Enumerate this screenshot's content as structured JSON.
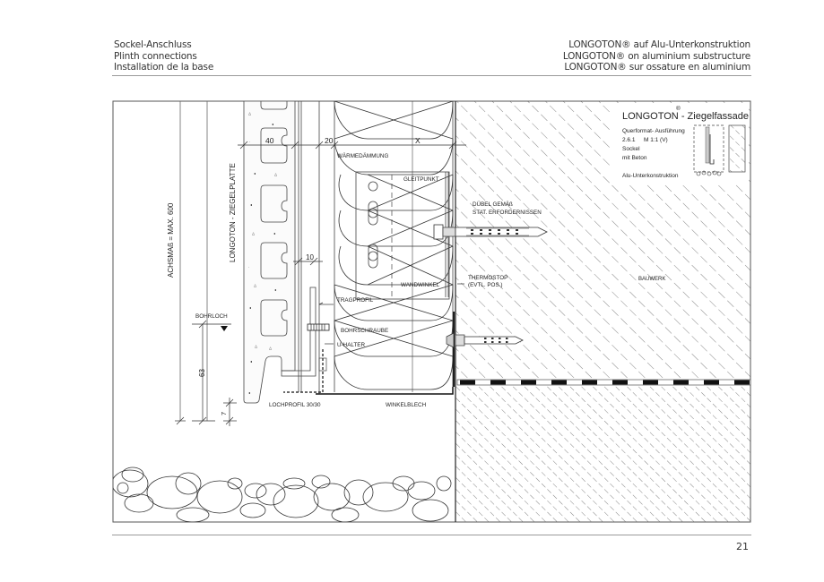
{
  "header": {
    "left": [
      "Sockel-Anschluss",
      "Plinth connections",
      "Installation de la base"
    ],
    "right": [
      "LONGOTON® auf Alu-Unterkonstruktion",
      "LONGOTON® on aluminium substructure",
      "LONGOTON® sur ossature en aluminium"
    ]
  },
  "title_block": {
    "brand": "LONGOTON",
    "registered": "®",
    "title_suffix": " - Ziegelfassade",
    "line1": "Querformat- Ausführung",
    "line2_code": "2.6.1",
    "line2_scale": "M 1:1 (V)",
    "line3": "Sockel",
    "line4": "mit Beton",
    "line5": "Alu-Unterkonstruktion"
  },
  "labels": {
    "achsmass": "ACHSMAß = MAX. 600",
    "ziegelplatte": "LONGOTON - ZIEGELPLATTE",
    "dim_40": "40",
    "dim_20": "20",
    "dim_x": "X",
    "dim_10": "10",
    "dim_63": "63",
    "dim_7": "7",
    "waermedaemmung": "WÄRMEDÄMMUNG",
    "gleitpunkt": "GLEITPUNKT",
    "duebel_1": "DÜBEL GEMÄß",
    "duebel_2": "STAT. ERFORDERNISSEN",
    "thermostop_1": "THERMOSTOP",
    "thermostop_2": "(EVTL. POS.)",
    "wandwinkel": "WANDWINKEL",
    "tragprofil": "TRAGPROFIL",
    "bohrschraube": "BOHRSCHRAUBE",
    "u_halter": "U-HALTER",
    "bohrloch": "BOHRLOCH",
    "lochprofil": "LOCHPROFIL 30/30",
    "winkelblech": "WINKELBLECH",
    "bauwerk": "BAUWERK"
  },
  "footer": {
    "page_number": "21"
  }
}
